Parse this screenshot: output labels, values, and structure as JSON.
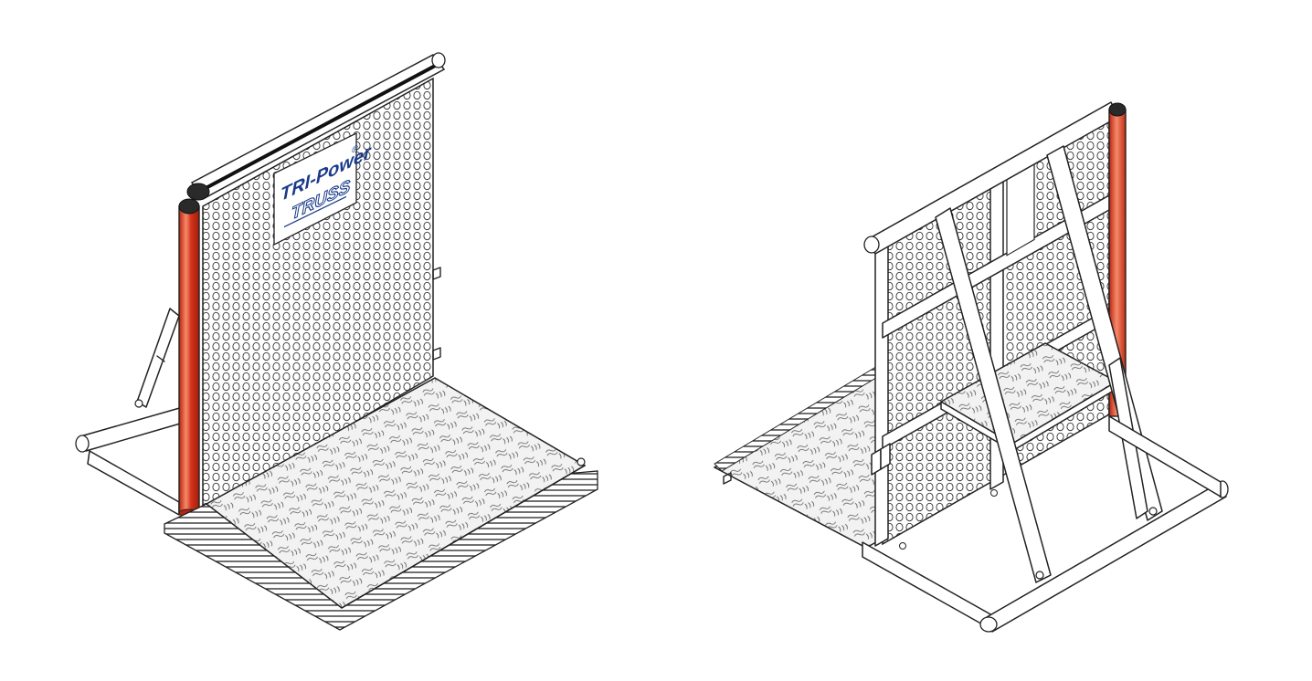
{
  "logo": {
    "title": "TRI-Power",
    "registered": "®",
    "subtitle": "TRUSS",
    "color": "#1a3a8a"
  },
  "colors": {
    "post_red": "#d4321a",
    "post_highlight": "#f58a6a",
    "line": "#222222"
  },
  "views": [
    {
      "name": "front-view"
    },
    {
      "name": "rear-view"
    }
  ]
}
